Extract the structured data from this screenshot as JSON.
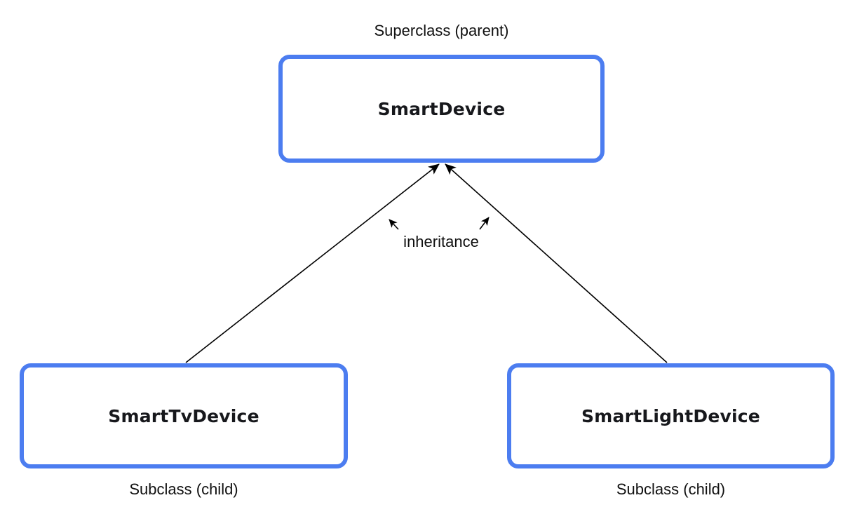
{
  "diagram": {
    "title_hidden": "",
    "superclass": {
      "role_label": "Superclass (parent)",
      "name": "SmartDevice"
    },
    "relationship_label": "inheritance",
    "subclasses": [
      {
        "name": "SmartTvDevice",
        "role_label": "Subclass (child)"
      },
      {
        "name": "SmartLightDevice",
        "role_label": "Subclass (child)"
      }
    ],
    "edges": [
      {
        "from": "SmartTvDevice",
        "to": "SmartDevice",
        "type": "inheritance-arrow"
      },
      {
        "from": "SmartLightDevice",
        "to": "SmartDevice",
        "type": "inheritance-arrow"
      }
    ],
    "colors": {
      "box_border": "#4c7df0",
      "box_background": "#ffffff",
      "edge_line": "#000000",
      "text": "#111111"
    }
  }
}
